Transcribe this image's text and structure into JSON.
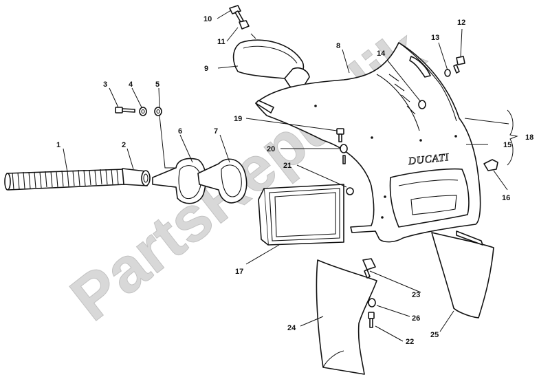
{
  "watermark": "PartsRepublik",
  "fairing_brand": "DUCATI",
  "callouts": {
    "c1": "1",
    "c2": "2",
    "c3": "3",
    "c4": "4",
    "c5": "5",
    "c6": "6",
    "c7": "7",
    "c8": "8",
    "c9": "9",
    "c10": "10",
    "c11": "11",
    "c12": "12",
    "c13": "13",
    "c14": "14",
    "c15": "15",
    "c16": "16",
    "c17": "17",
    "c18": "18",
    "c19": "19",
    "c20": "20",
    "c21": "21",
    "c22": "22",
    "c23": "23",
    "c24": "24",
    "c25": "25",
    "c26": "26"
  }
}
